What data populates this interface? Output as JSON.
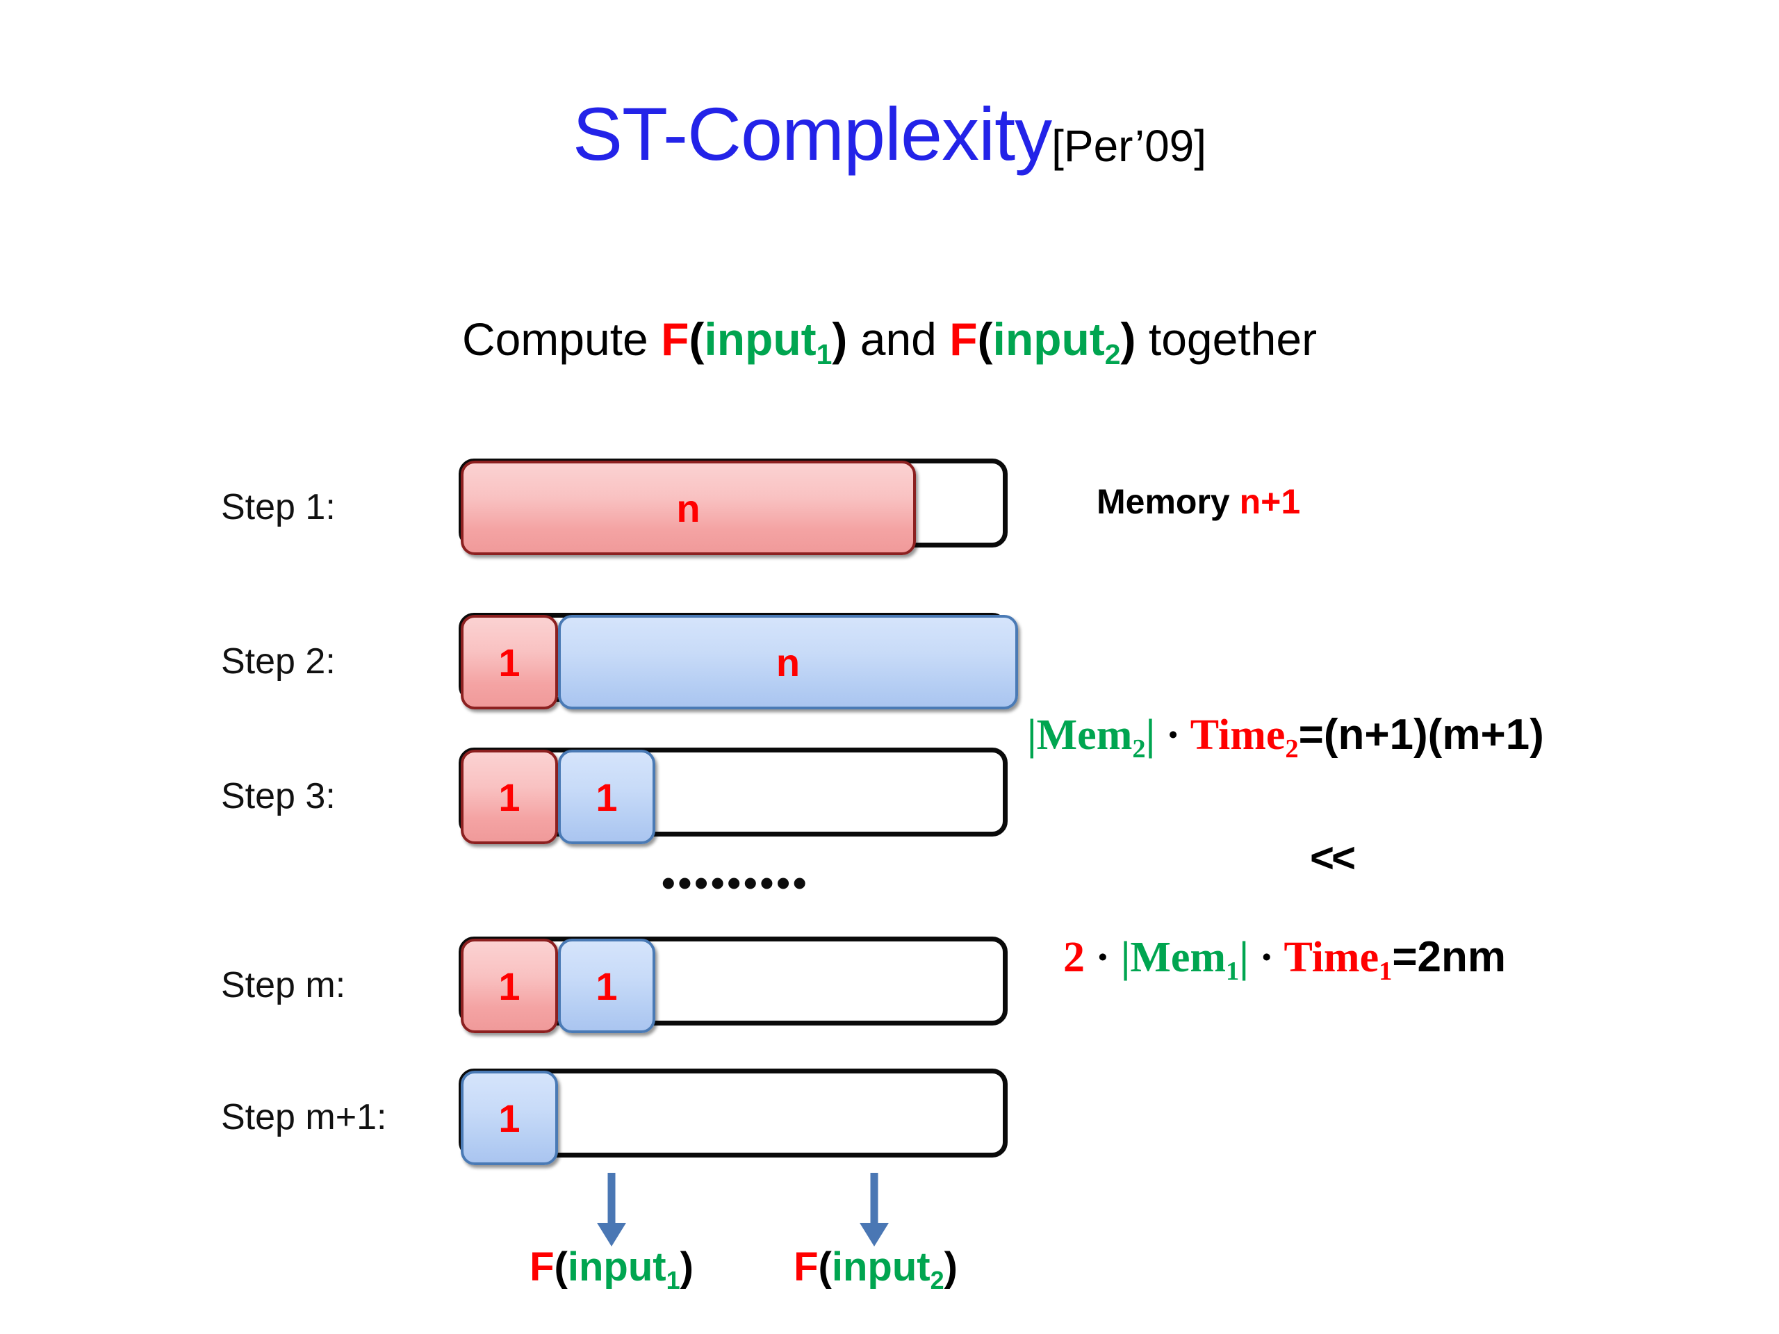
{
  "slide": {
    "title_main": "ST-Complexity",
    "title_citation": "[Per’09]",
    "title_color": "#2323e8"
  },
  "subtitle": {
    "lead": "Compute ",
    "f1_f": "F",
    "f1_open": "(",
    "f1_arg": "input",
    "f1_sub": "1",
    "f1_close": ")",
    "mid": " and ",
    "f2_f": "F",
    "f2_open": "(",
    "f2_arg": "input",
    "f2_sub": "2",
    "f2_close": ")",
    "tail": " together"
  },
  "steps": [
    {
      "label": "Step 1:",
      "cells": [
        {
          "value": "n",
          "color": "pink"
        }
      ]
    },
    {
      "label": "Step 2:",
      "cells": [
        {
          "value": "1",
          "color": "pink"
        },
        {
          "value": "n",
          "color": "blue"
        }
      ]
    },
    {
      "label": "Step 3:",
      "cells": [
        {
          "value": "1",
          "color": "pink"
        },
        {
          "value": "1",
          "color": "blue"
        }
      ]
    },
    {
      "label": "Step m:",
      "cells": [
        {
          "value": "1",
          "color": "pink"
        },
        {
          "value": "1",
          "color": "blue"
        }
      ]
    },
    {
      "label": "Step m+1:",
      "cells": [
        {
          "value": "1",
          "color": "blue"
        }
      ]
    }
  ],
  "ellipsis": "•••••••••",
  "annotations": {
    "memory_label": "Memory ",
    "memory_value": "n+1",
    "formula_top": {
      "mem": "|Mem",
      "mem_sub": "2",
      "mem_close": "|",
      "dot": " · ",
      "time": "Time",
      "time_sub": "2",
      "result": "=(n+1)(m+1)"
    },
    "comparator": "<<",
    "formula_bottom": {
      "coef": "2",
      "dot1": " · ",
      "mem": "|Mem",
      "mem_sub": "1",
      "mem_close": "|",
      "dot2": " · ",
      "time": "Time",
      "time_sub": "1",
      "result": "=2nm"
    }
  },
  "outputs": [
    {
      "f": "F",
      "open": "(",
      "arg": "input",
      "sub": "1",
      "close": ")"
    },
    {
      "f": "F",
      "open": "(",
      "arg": "input",
      "sub": "2",
      "close": ")"
    }
  ],
  "colors": {
    "title_blue": "#2323e8",
    "accent_red": "#ff0000",
    "accent_green": "#00a550",
    "arrow_blue": "#4a77b4",
    "pink_fill": "#f7bdbd",
    "blue_fill": "#c3d8f5",
    "border_black": "#0a0a0a"
  }
}
